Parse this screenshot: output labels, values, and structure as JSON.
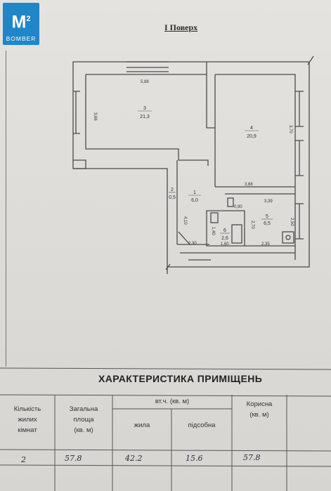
{
  "logo": {
    "mark": "M",
    "sup": "2",
    "brand": "BOMBER"
  },
  "plan": {
    "floor_title": "I Поверх",
    "rooms": [
      {
        "id": "3",
        "area": "21,3"
      },
      {
        "id": "4",
        "area": "20,9"
      },
      {
        "id": "1",
        "area": "6,0"
      },
      {
        "id": "2",
        "area": "0,5"
      },
      {
        "id": "5",
        "area": "6,5"
      },
      {
        "id": "6",
        "area": "2,6"
      }
    ],
    "dimensions": [
      "5,88",
      "3,66",
      "3,70",
      "3,68",
      "3,39",
      "4,10",
      "2,70",
      "0,90",
      "2,30",
      "1,40",
      "1,60",
      "2,35",
      "2,50"
    ]
  },
  "table": {
    "title": "ХАРАКТЕРИСТИКА ПРИМІЩЕНЬ",
    "headers": {
      "rooms_count": [
        "Кількість",
        "жилих",
        "кімнат"
      ],
      "total_area": [
        "Загальна",
        "площа",
        "(кв. м)"
      ],
      "incl": "вт.ч. (кв. м)",
      "living": "жила",
      "auxiliary": "підсобна",
      "useful": [
        "Корисна",
        "(кв. м)"
      ]
    },
    "values": {
      "rooms_count": "2",
      "total_area": "57.8",
      "living": "42.2",
      "auxiliary": "15.6",
      "useful": "57.8"
    }
  }
}
